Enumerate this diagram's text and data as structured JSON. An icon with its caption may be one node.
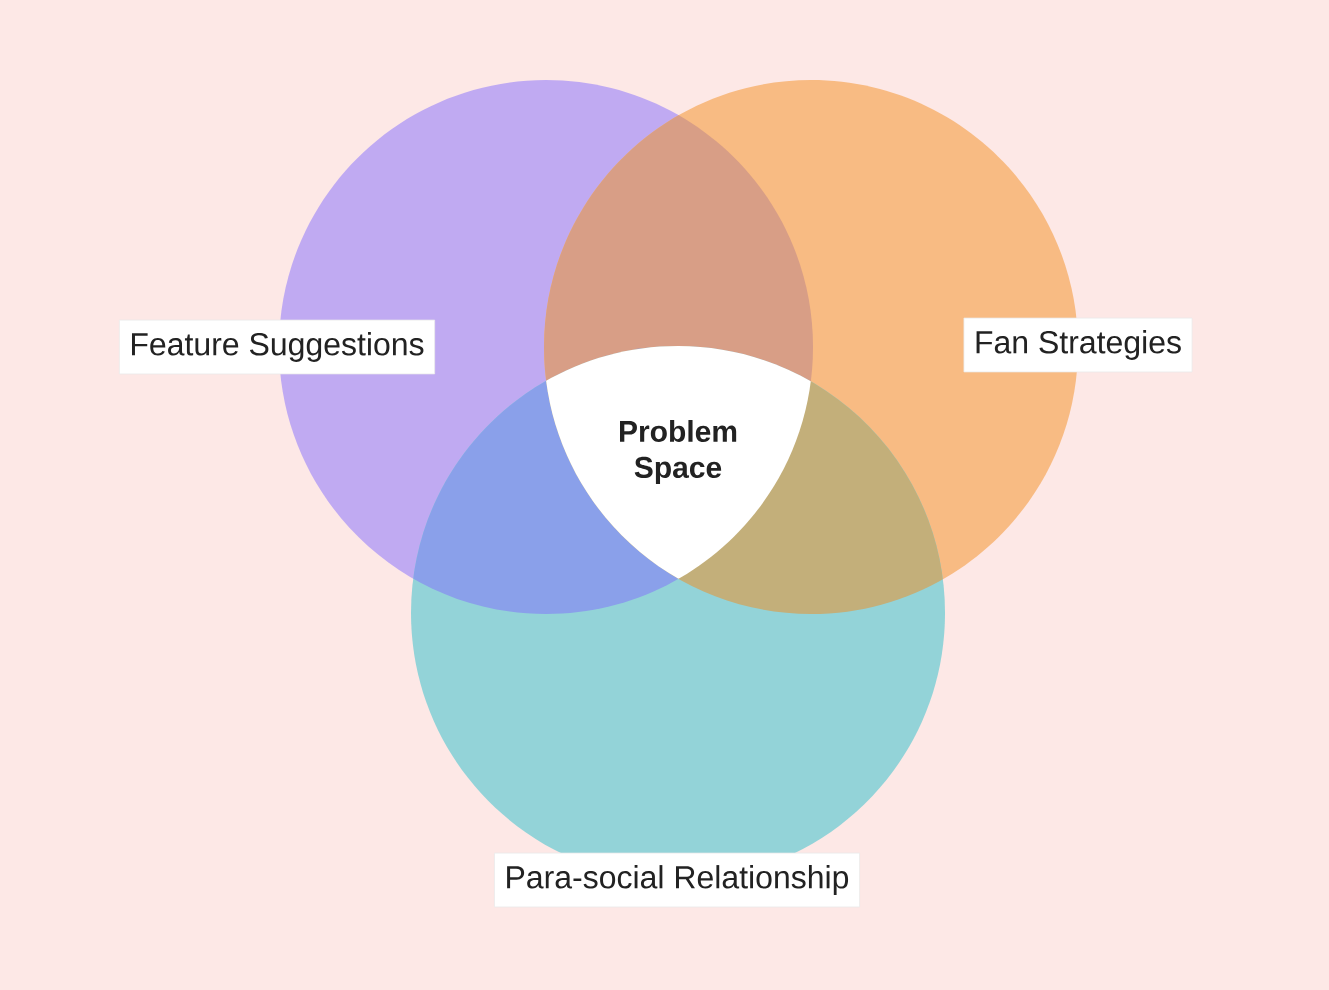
{
  "diagram": {
    "nodes": [
      {
        "text": [
          "Feature Suggestions"
        ]
      },
      {
        "text": [
          "Fan Strategies"
        ]
      },
      {
        "text": [
          "Para-social Relationship"
        ]
      },
      {
        "text": [
          "Problem Space"
        ]
      }
    ]
  }
}
